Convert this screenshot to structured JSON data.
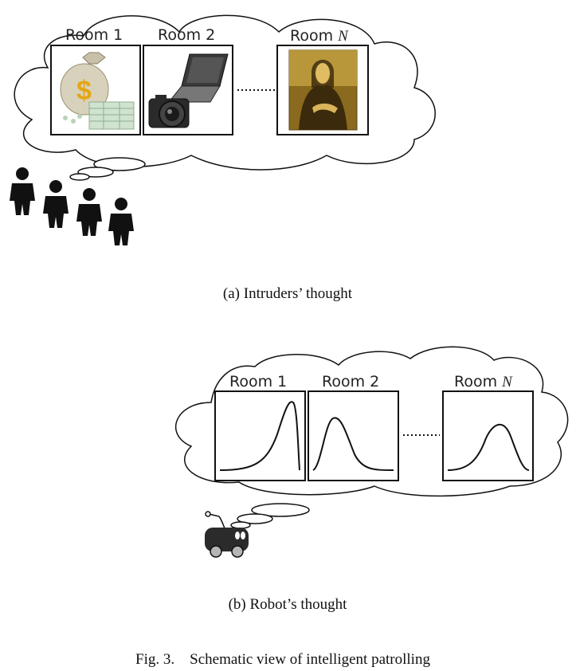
{
  "panel_a": {
    "rooms": [
      {
        "label": "Room 1",
        "image": "money-bag-icon"
      },
      {
        "label": "Room 2",
        "image": "laptop-camera-icon"
      },
      {
        "label": "Room",
        "label_suffix": "N",
        "image": "mona-lisa-painting"
      }
    ],
    "ellipsis": "......",
    "intruder_count": 4,
    "caption": "(a)  Intruders’ thought"
  },
  "panel_b": {
    "rooms": [
      {
        "label": "Room 1",
        "curve": "skewed-peak"
      },
      {
        "label": "Room 2",
        "curve": "bell-early"
      },
      {
        "label": "Room",
        "label_suffix": "N",
        "curve": "bell-center"
      }
    ],
    "ellipsis": "......",
    "caption": "(b)  Robot’s thought"
  },
  "figure_caption": "Fig. 3.    Schematic view of intelligent patrolling",
  "colors": {
    "ink": "#111111",
    "gold": "#d4a020",
    "robot": "#2b2b2b",
    "wheel": "#b5b5b5"
  }
}
